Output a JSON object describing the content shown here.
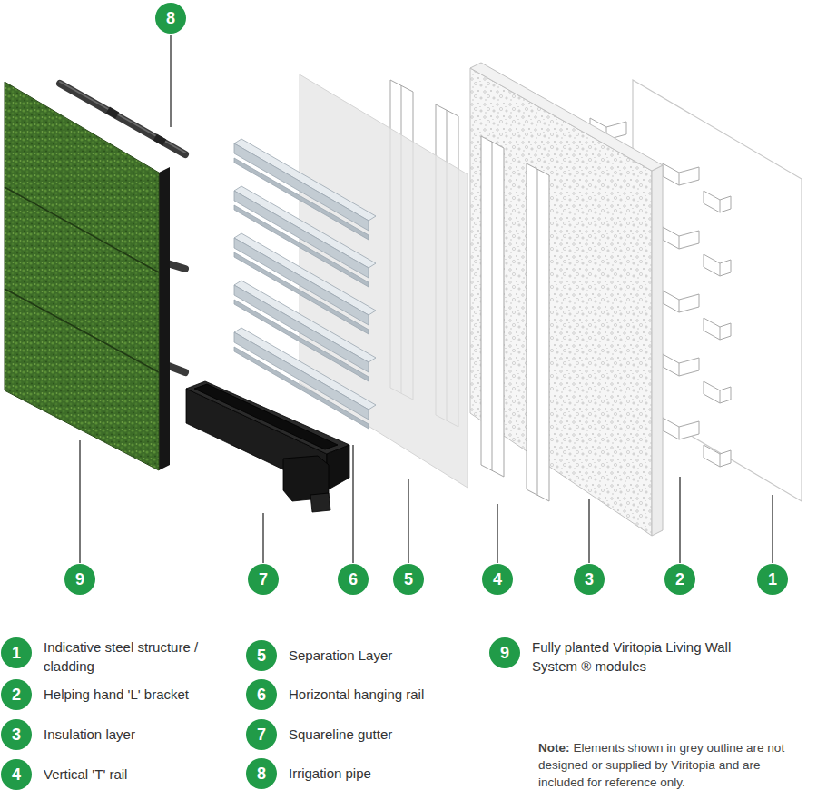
{
  "diagram": {
    "nodes": [
      {
        "text": [
          "8"
        ]
      },
      {
        "text": [
          "9"
        ]
      },
      {
        "text": [
          "7"
        ]
      },
      {
        "text": [
          "6"
        ]
      },
      {
        "text": [
          "5"
        ]
      },
      {
        "text": [
          "4"
        ]
      },
      {
        "text": [
          "3"
        ]
      },
      {
        "text": [
          "2"
        ]
      },
      {
        "text": [
          "1"
        ]
      },
      {
        "text": [
          "1",
          "Indicative steel structure / cladding"
        ]
      },
      {
        "text": [
          "2",
          "Helping hand 'L' bracket"
        ]
      },
      {
        "text": [
          "3",
          "Insulation layer"
        ]
      },
      {
        "text": [
          "4",
          "Vertical 'T' rail"
        ]
      },
      {
        "text": [
          "5",
          "Separation Layer"
        ]
      },
      {
        "text": [
          "6",
          "Horizontal hanging rail"
        ]
      },
      {
        "text": [
          "7",
          "Squareline gutter"
        ]
      },
      {
        "text": [
          "8",
          "Irrigation pipe"
        ]
      },
      {
        "text": [
          "9",
          "Fully planted Viritopia Living Wall System ® modules"
        ]
      }
    ],
    "labels": [
      "Note:",
      "Elements shown in grey outline are not designed or supplied by Viritopia and are included for reference only."
    ]
  }
}
